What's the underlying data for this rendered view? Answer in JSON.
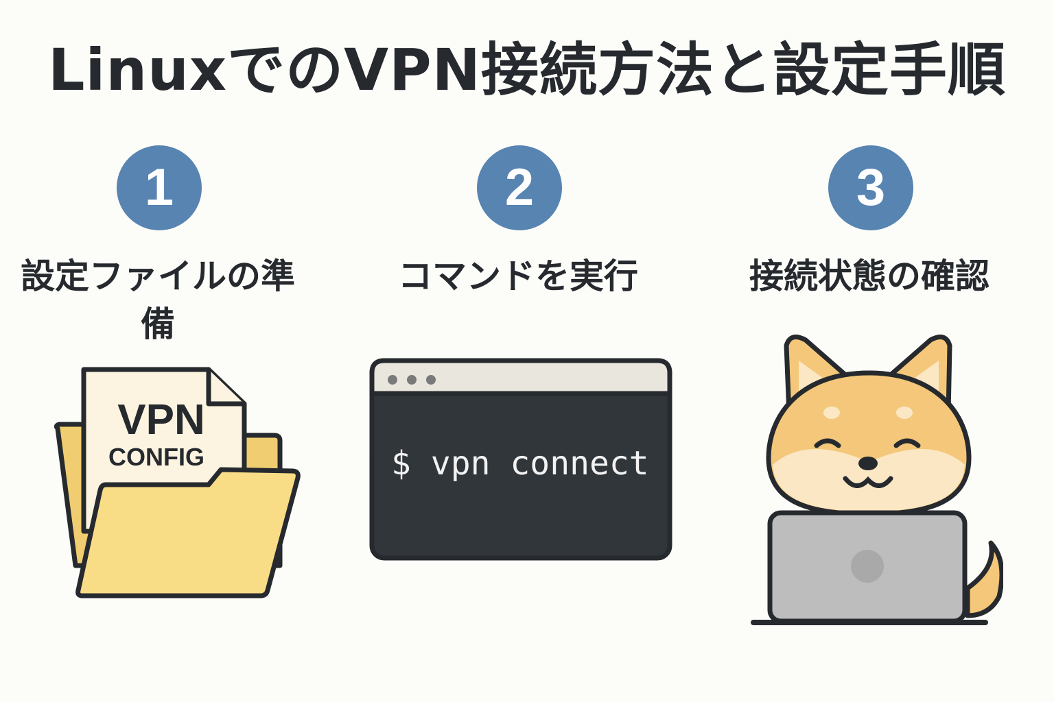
{
  "title": "LinuxでのVPN接続方法と設定手順",
  "steps": [
    {
      "number": "1",
      "label": "設定ファイルの準備"
    },
    {
      "number": "2",
      "label": "コマンドを実行"
    },
    {
      "number": "3",
      "label": "接続状態の確認"
    }
  ],
  "folder": {
    "line1": "VPN",
    "line2": "CONFIG"
  },
  "terminal": {
    "command": "$ vpn connect"
  },
  "colors": {
    "badge": "#5784b0",
    "folder": "#f9dc86",
    "folder_back": "#f0cd70",
    "terminal_bg": "#31363b",
    "terminal_bar": "#e9e6de",
    "dog_fur": "#f4c77a",
    "laptop": "#bdbdbd"
  }
}
